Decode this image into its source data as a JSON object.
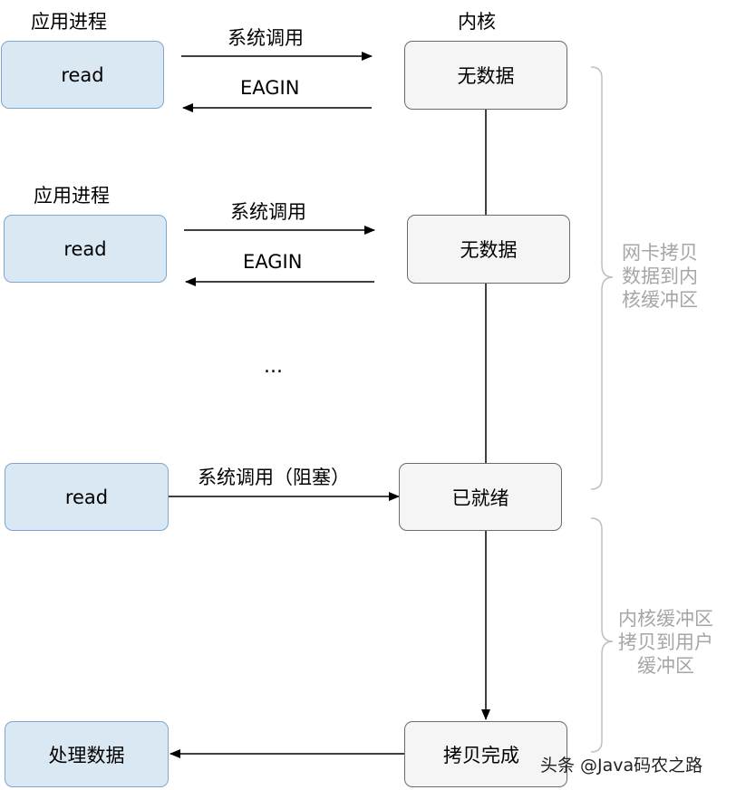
{
  "headers": {
    "app": "应用进程",
    "kernel": "内核"
  },
  "rows": [
    {
      "process": "应用进程",
      "read": "read",
      "syscall": "系统调用",
      "reply": "EAGIN",
      "kernel_state": "无数据"
    },
    {
      "process": "应用进程",
      "read": "read",
      "syscall": "系统调用",
      "reply": "EAGIN",
      "kernel_state": "无数据"
    }
  ],
  "ellipsis": "...",
  "blocking": {
    "read": "read",
    "syscall": "系统调用（阻塞）",
    "kernel_state": "已就绪"
  },
  "final": {
    "process_box": "处理数据",
    "kernel_state": "拷贝完成"
  },
  "braces": {
    "top": "网卡拷贝\n数据到内\n核缓冲区",
    "bottom": "内核缓冲区\n拷贝到用户\n缓冲区"
  },
  "watermark": "头条 @Java码农之路",
  "colors": {
    "process_fill": "#dae8f4",
    "process_border": "#7ea6cf",
    "kernel_fill": "#f5f5f5",
    "kernel_border": "#6b6b6b",
    "brace": "#bfbfbf"
  }
}
